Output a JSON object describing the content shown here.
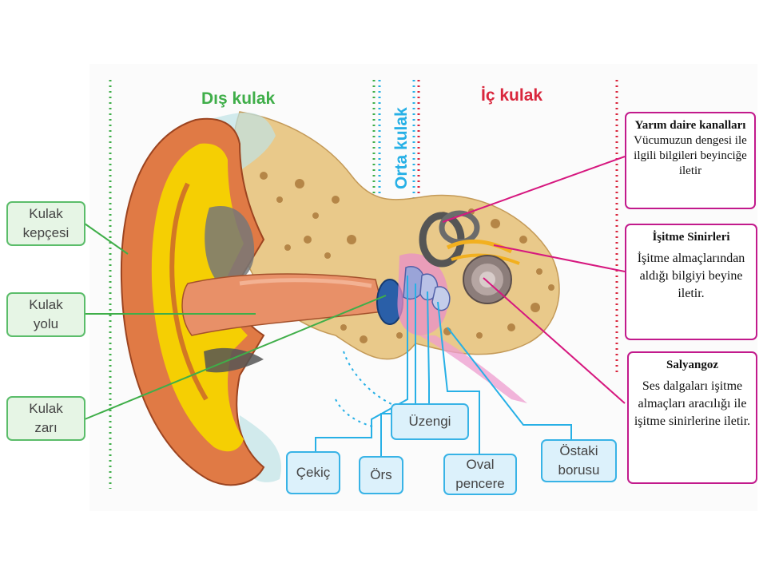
{
  "sections": {
    "outer": {
      "label": "Dış kulak",
      "color": "#3fae49"
    },
    "middle": {
      "label": "Orta kulak",
      "color": "#27b0e6"
    },
    "inner": {
      "label": "İç kulak",
      "color": "#d9263c"
    }
  },
  "labels": {
    "pinna": [
      "Kulak",
      "kepçesi"
    ],
    "ear_canal": [
      "Kulak",
      "yolu"
    ],
    "eardrum": [
      "Kulak",
      "zarı"
    ],
    "stirrup": [
      "Üzengi"
    ],
    "hammer": [
      "Çekiç"
    ],
    "anvil": [
      "Örs"
    ],
    "oval_window": [
      "Oval",
      "pencere"
    ],
    "eustachian_tube": [
      "Östaki",
      "borusu"
    ]
  },
  "info_boxes": {
    "canals": {
      "title": "Yarım daire kanalları",
      "desc": "Vücumuzun dengesi ile ilgili bilgileri beyinciğe iletir"
    },
    "nerves": {
      "title": "İşitme Sinirleri",
      "desc": "İşitme almaçlarından aldığı bilgiyi beyine iletir."
    },
    "cochlea": {
      "title": "Salyangoz",
      "desc": "Ses dalgaları işitme almaçları aracılığı ile işitme sinirlerine iletir."
    }
  },
  "colors": {
    "green_line": "#3fae49",
    "blue_line": "#27b0e6",
    "magenta_line": "#d6187f",
    "skin": "#e07a45",
    "cartilage": "#f5d400",
    "bone": "#e9c98a"
  }
}
